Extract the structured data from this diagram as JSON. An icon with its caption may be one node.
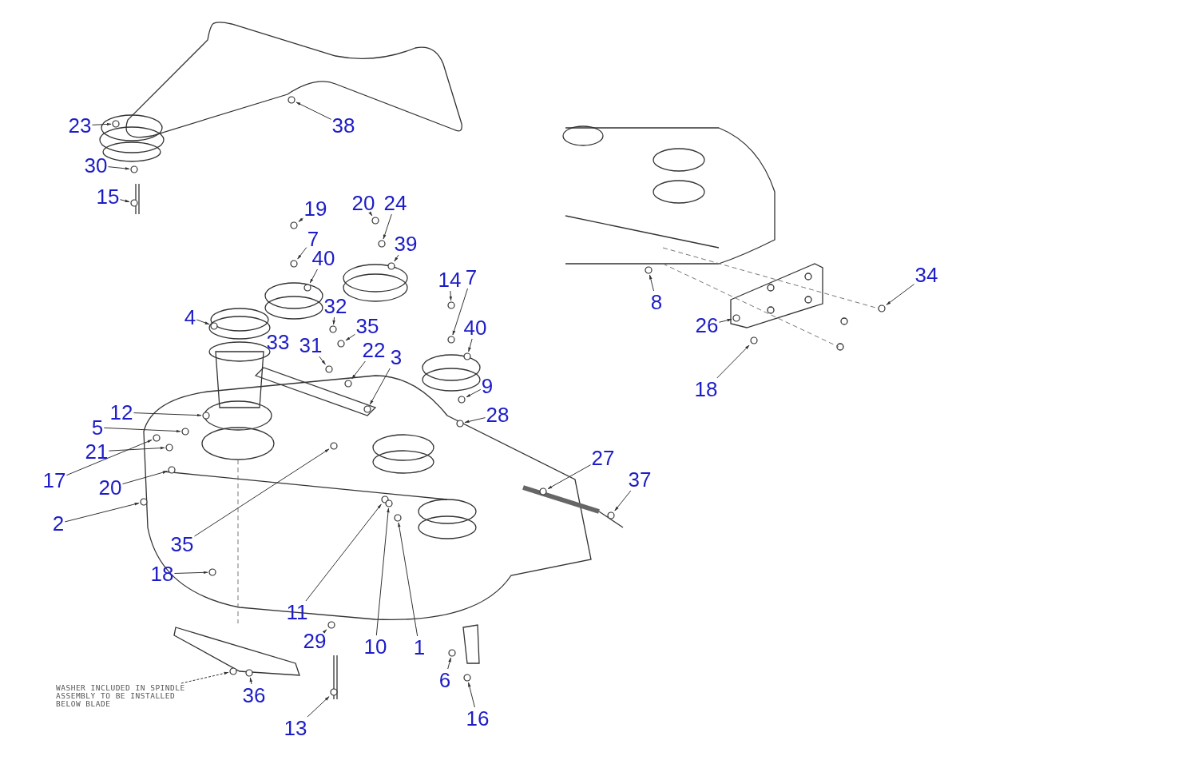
{
  "diagram": {
    "nodes": [
      {
        "text": [
          "23"
        ]
      },
      {
        "text": [
          "30"
        ]
      },
      {
        "text": [
          "15"
        ]
      },
      {
        "text": [
          "38"
        ]
      },
      {
        "text": [
          "19"
        ]
      },
      {
        "text": [
          "7"
        ]
      },
      {
        "text": [
          "40"
        ]
      },
      {
        "text": [
          "20"
        ]
      },
      {
        "text": [
          "24"
        ]
      },
      {
        "text": [
          "39"
        ]
      },
      {
        "text": [
          "4"
        ]
      },
      {
        "text": [
          "32"
        ]
      },
      {
        "text": [
          "35"
        ]
      },
      {
        "text": [
          "31"
        ]
      },
      {
        "text": [
          "22"
        ]
      },
      {
        "text": [
          "3"
        ]
      },
      {
        "text": [
          "14"
        ]
      },
      {
        "text": [
          "7"
        ]
      },
      {
        "text": [
          "40"
        ]
      },
      {
        "text": [
          "9"
        ]
      },
      {
        "text": [
          "28"
        ]
      },
      {
        "text": [
          "12"
        ]
      },
      {
        "text": [
          "5"
        ]
      },
      {
        "text": [
          "21"
        ]
      },
      {
        "text": [
          "17"
        ]
      },
      {
        "text": [
          "20"
        ]
      },
      {
        "text": [
          "2"
        ]
      },
      {
        "text": [
          "35"
        ]
      },
      {
        "text": [
          "18"
        ]
      },
      {
        "text": [
          "11"
        ]
      },
      {
        "text": [
          "29"
        ]
      },
      {
        "text": [
          "10"
        ]
      },
      {
        "text": [
          "1"
        ]
      },
      {
        "text": [
          "6"
        ]
      },
      {
        "text": [
          "16"
        ]
      },
      {
        "text": [
          "36"
        ]
      },
      {
        "text": [
          "13"
        ]
      },
      {
        "text": [
          "27"
        ]
      },
      {
        "text": [
          "37"
        ]
      },
      {
        "text": [
          "8"
        ]
      },
      {
        "text": [
          "26"
        ]
      },
      {
        "text": [
          "18"
        ]
      },
      {
        "text": [
          "34"
        ]
      },
      {
        "text": [
          "WASHER INCLUDED IN SPINDLE ASSEMBLY TO BE INSTALLED BELOW BLADE"
        ]
      },
      {
        "text": [],
        "shape": "circle"
      },
      {
        "text": [],
        "shape": "circle"
      },
      {
        "text": [],
        "shape": "circle"
      },
      {
        "text": [],
        "shape": "circle"
      },
      {
        "text": [],
        "shape": "circle"
      },
      {
        "text": [],
        "shape": "circle"
      },
      {
        "text": [],
        "shape": "circle"
      },
      {
        "text": [],
        "shape": "circle"
      },
      {
        "text": [],
        "shape": "circle"
      },
      {
        "text": [],
        "shape": "circle"
      },
      {
        "text": [],
        "shape": "circle"
      },
      {
        "text": [],
        "shape": "circle"
      },
      {
        "text": [],
        "shape": "circle"
      },
      {
        "text": [],
        "shape": "circle"
      },
      {
        "text": [],
        "shape": "circle"
      },
      {
        "text": [],
        "shape": "circle"
      },
      {
        "text": [],
        "shape": "circle"
      },
      {
        "text": [],
        "shape": "circle"
      },
      {
        "text": [],
        "shape": "circle"
      },
      {
        "text": [],
        "shape": "circle"
      },
      {
        "text": [],
        "shape": "circle"
      },
      {
        "text": [],
        "shape": "circle"
      },
      {
        "text": [],
        "shape": "circle"
      },
      {
        "text": [],
        "shape": "circle"
      },
      {
        "text": [],
        "shape": "circle"
      },
      {
        "text": [],
        "shape": "circle"
      },
      {
        "text": [],
        "shape": "circle"
      },
      {
        "text": [],
        "shape": "circle"
      },
      {
        "text": [],
        "shape": "circle"
      },
      {
        "text": [],
        "shape": "circle"
      },
      {
        "text": [],
        "shape": "circle"
      },
      {
        "text": [],
        "shape": "circle"
      },
      {
        "text": [],
        "shape": "circle"
      },
      {
        "text": [],
        "shape": "circle"
      },
      {
        "text": [],
        "shape": "circle"
      },
      {
        "text": [],
        "shape": "circle"
      },
      {
        "text": [],
        "shape": "circle"
      },
      {
        "text": [],
        "shape": "circle"
      },
      {
        "text": [],
        "shape": "circle"
      },
      {
        "text": [],
        "shape": "circle"
      },
      {
        "text": [],
        "shape": "circle"
      },
      {
        "text": [],
        "shape": "circle"
      },
      {
        "text": [],
        "shape": "circle"
      },
      {
        "text": [],
        "shape": "circle"
      }
    ],
    "edges": [
      {
        "from": 0,
        "to": 44,
        "arrow": "to"
      },
      {
        "from": 1,
        "to": 45,
        "arrow": "to"
      },
      {
        "from": 2,
        "to": 46,
        "arrow": "to"
      },
      {
        "from": 3,
        "to": 47,
        "arrow": "to"
      },
      {
        "from": 4,
        "to": 48,
        "arrow": "to"
      },
      {
        "from": 5,
        "to": 49,
        "arrow": "to"
      },
      {
        "from": 6,
        "to": 50,
        "arrow": "to"
      },
      {
        "from": 7,
        "to": 51,
        "arrow": "to"
      },
      {
        "from": 8,
        "to": 52,
        "arrow": "to"
      },
      {
        "from": 9,
        "to": 53,
        "arrow": "to"
      },
      {
        "from": 10,
        "to": 54,
        "arrow": "to"
      },
      {
        "from": 11,
        "to": 55,
        "arrow": "to"
      },
      {
        "from": 12,
        "to": 56,
        "arrow": "to"
      },
      {
        "from": 13,
        "to": 57,
        "arrow": "to"
      },
      {
        "from": 14,
        "to": 58,
        "arrow": "to"
      },
      {
        "from": 15,
        "to": 59,
        "arrow": "to"
      },
      {
        "from": 16,
        "to": 60,
        "arrow": "to"
      },
      {
        "from": 17,
        "to": 61,
        "arrow": "to"
      },
      {
        "from": 18,
        "to": 62,
        "arrow": "to"
      },
      {
        "from": 19,
        "to": 63,
        "arrow": "to"
      },
      {
        "from": 20,
        "to": 64,
        "arrow": "to"
      },
      {
        "from": 21,
        "to": 65,
        "arrow": "to"
      },
      {
        "from": 22,
        "to": 66,
        "arrow": "to"
      },
      {
        "from": 23,
        "to": 67,
        "arrow": "to"
      },
      {
        "from": 24,
        "to": 68,
        "arrow": "to"
      },
      {
        "from": 25,
        "to": 69,
        "arrow": "to"
      },
      {
        "from": 26,
        "to": 70,
        "arrow": "to"
      },
      {
        "from": 27,
        "to": 71,
        "arrow": "to"
      },
      {
        "from": 28,
        "to": 72,
        "arrow": "to"
      },
      {
        "from": 29,
        "to": 73,
        "arrow": "to"
      },
      {
        "from": 30,
        "to": 74,
        "arrow": "to"
      },
      {
        "from": 31,
        "to": 75,
        "arrow": "to"
      },
      {
        "from": 32,
        "to": 76,
        "arrow": "to"
      },
      {
        "from": 33,
        "to": 77,
        "arrow": "to"
      },
      {
        "from": 34,
        "to": 78,
        "arrow": "to"
      },
      {
        "from": 35,
        "to": 79,
        "arrow": "to"
      },
      {
        "from": 36,
        "to": 80,
        "arrow": "to"
      },
      {
        "from": 37,
        "to": 81,
        "arrow": "to"
      },
      {
        "from": 38,
        "to": 82,
        "arrow": "to"
      },
      {
        "from": 39,
        "to": 83,
        "arrow": "to"
      },
      {
        "from": 40,
        "to": 84,
        "arrow": "to"
      },
      {
        "from": 41,
        "to": 85,
        "arrow": "to"
      },
      {
        "from": 42,
        "to": 86,
        "arrow": "to"
      },
      {
        "from": 43,
        "to": 87,
        "arrow": "to",
        "style": "dashed"
      }
    ],
    "labels": [
      "33"
    ]
  }
}
